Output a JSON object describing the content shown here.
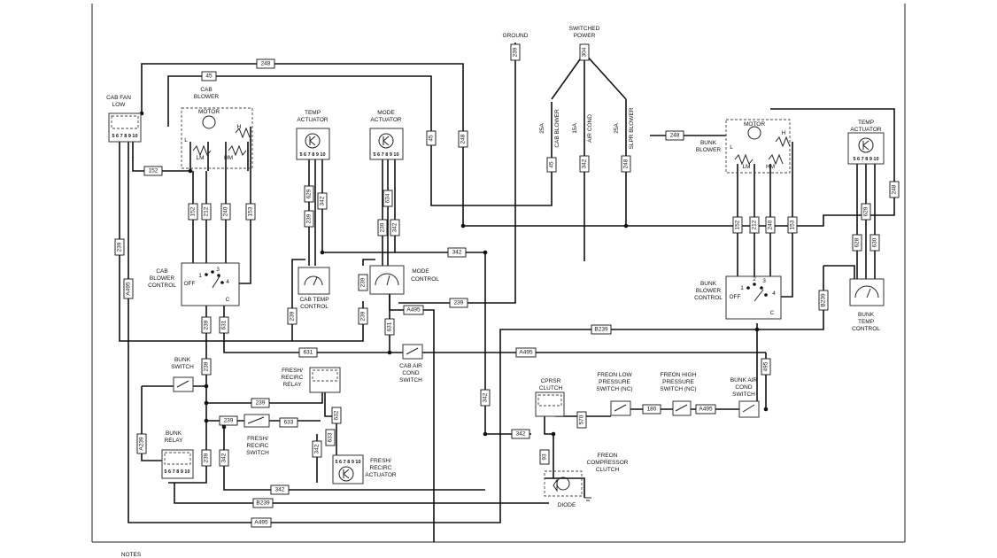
{
  "labels": {
    "ground": "GROUND",
    "switched_power": [
      "SWITCHED",
      "POWER"
    ],
    "cab_fan_low": [
      "CAB FAN",
      "LOW"
    ],
    "cab_blower": [
      "CAB",
      "BLOWER"
    ],
    "motor_cab": "MOTOR",
    "motor_bunk": "MOTOR",
    "temp_actuator_cab": [
      "TEMP",
      "ACTUATOR"
    ],
    "mode_actuator": [
      "MODE",
      "ACTUATOR"
    ],
    "cab_blower_control": [
      "CAB",
      "BLOWER",
      "CONTROL"
    ],
    "cab_temp_control": [
      "CAB TEMP",
      "CONTROL"
    ],
    "mode_control": [
      "MODE",
      "CONTROL"
    ],
    "cab_air_cond_switch": [
      "CAB AIR",
      "COND",
      "SWITCH"
    ],
    "bunk_switch": [
      "BUNK",
      "SWITCH"
    ],
    "fresh_recirc_relay": [
      "FRESH/",
      "RECIRC",
      "RELAY"
    ],
    "fresh_recirc_switch": [
      "FRESH/",
      "RECIRC",
      "SWITCH"
    ],
    "fresh_recirc_actuator": [
      "FRESH/",
      "RECIRC",
      "ACTUATOR"
    ],
    "bunk_relay": [
      "BUNK",
      "RELAY"
    ],
    "bunk_blower": [
      "BUNK",
      "BLOWER"
    ],
    "temp_actuator_bunk": [
      "TEMP",
      "ACTUATOR"
    ],
    "bunk_blower_control": [
      "BUNK",
      "BLOWER",
      "CONTROL"
    ],
    "bunk_temp_control": [
      "BUNK",
      "TEMP",
      "CONTROL"
    ],
    "bunk_air_cond_switch": [
      "BUNK AIR",
      "COND",
      "SWITCH"
    ],
    "cprsr_clutch": [
      "CPRSR",
      "CLUTCH"
    ],
    "freon_low_pressure": [
      "FREON LOW",
      "PRESSURE",
      "SWITCH (NC)"
    ],
    "freon_high_pressure": [
      "FREON HIGH",
      "PRESSURE",
      "SWITCH (NC)"
    ],
    "freon_compressor_clutch": [
      "FREON",
      "COMPRESSOR",
      "CLUTCH"
    ],
    "diode": "DIODE",
    "notes": "NOTES"
  },
  "fuses": [
    "25A CAB BLOWER",
    "15A AIR COND",
    "25A SLPR BLOWER"
  ],
  "fuse_labels": {
    "cab_blower": "CAB BLOWER",
    "air_cond": "AIR COND",
    "slpr_blower": "SLPR BLOWER"
  },
  "fuse_ratings": {
    "cab_blower": "25A",
    "air_cond": "15A",
    "slpr_blower": "25A"
  },
  "speed_labels": {
    "l": "L",
    "lm": "LM",
    "hm": "HM",
    "h": "H"
  },
  "switch_labels": {
    "off": "OFF",
    "c": "C",
    "p1": "1",
    "p2": "2",
    "p3": "3",
    "p4": "4"
  },
  "pin_labels": "5 6 7 8 9 10",
  "wires": {
    "w248": "248",
    "w45": "45",
    "w152": "152",
    "w212": "212",
    "w240": "240",
    "w153": "153",
    "w239": "239",
    "w629": "629",
    "w342": "342",
    "w634": "634",
    "w631": "631",
    "w304": "304",
    "wA495": "A495",
    "wB239": "B239",
    "wA239": "A239",
    "w633": "633",
    "w632": "632",
    "w570": "570",
    "w180": "180",
    "w495": "495",
    "w93": "93",
    "w628": "628",
    "w630": "630"
  }
}
